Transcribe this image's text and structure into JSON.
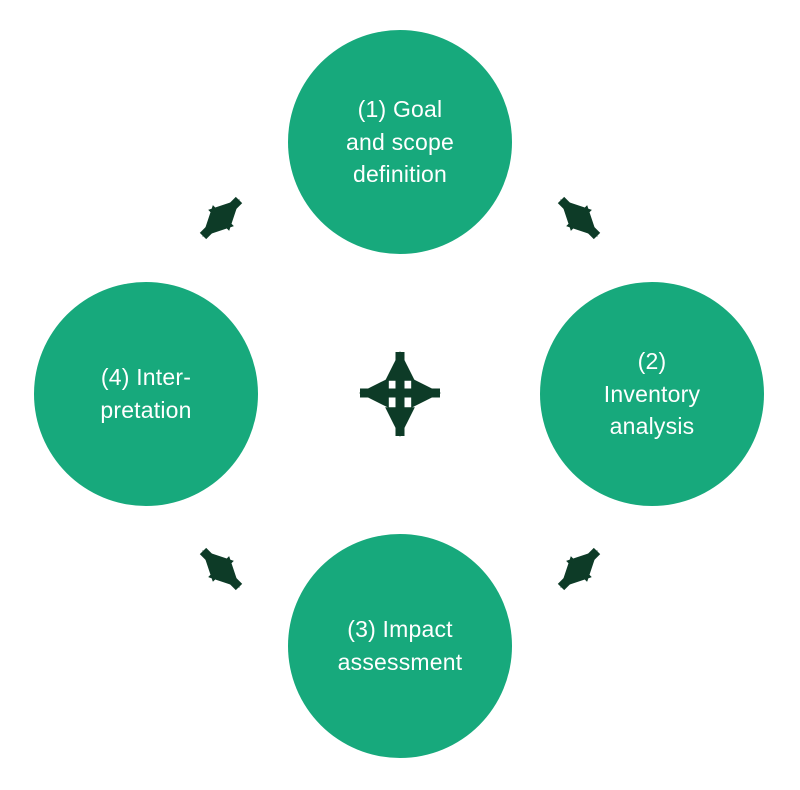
{
  "diagram": {
    "name": "lca-phases-cycle",
    "colors": {
      "circle": "#17a97c",
      "arrow": "#0d3b27",
      "text": "#ffffff",
      "background": "#ffffff"
    },
    "nodes": [
      {
        "id": "1",
        "position": "top",
        "lines": [
          "(1) Goal",
          "and scope",
          "definition"
        ],
        "full_label": "(1) Goal and scope definition"
      },
      {
        "id": "2",
        "position": "right",
        "lines": [
          "(2)",
          "Inventory",
          "analysis"
        ],
        "full_label": "(2) Inventory analysis"
      },
      {
        "id": "3",
        "position": "bottom",
        "lines": [
          "(3) Impact",
          "assessment"
        ],
        "full_label": "(3) Impact assessment"
      },
      {
        "id": "4",
        "position": "left",
        "lines": [
          "(4) Inter-",
          "pretation"
        ],
        "full_label": "(4) Interpretation"
      }
    ],
    "connectors": {
      "double_arrows": [
        "top-left",
        "top-right",
        "bottom-right",
        "bottom-left"
      ],
      "center_icon": "four-way-arrow-cross"
    }
  }
}
